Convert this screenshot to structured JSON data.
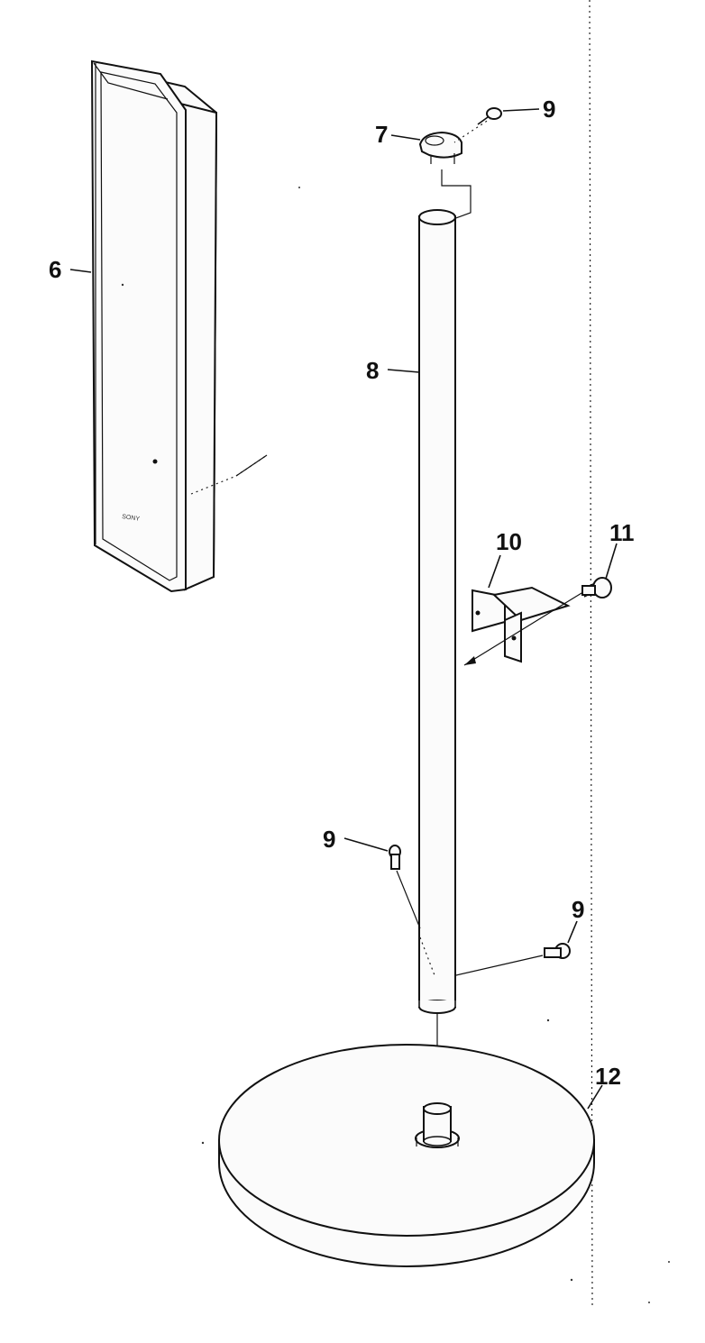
{
  "diagram": {
    "callouts": {
      "speaker": "6",
      "cap": "7",
      "pole": "8",
      "screw_top": "9",
      "bracket": "10",
      "bracket_screw": "11",
      "screw_left": "9",
      "screw_right": "9",
      "base": "12"
    },
    "speaker_brand": "SONY"
  }
}
